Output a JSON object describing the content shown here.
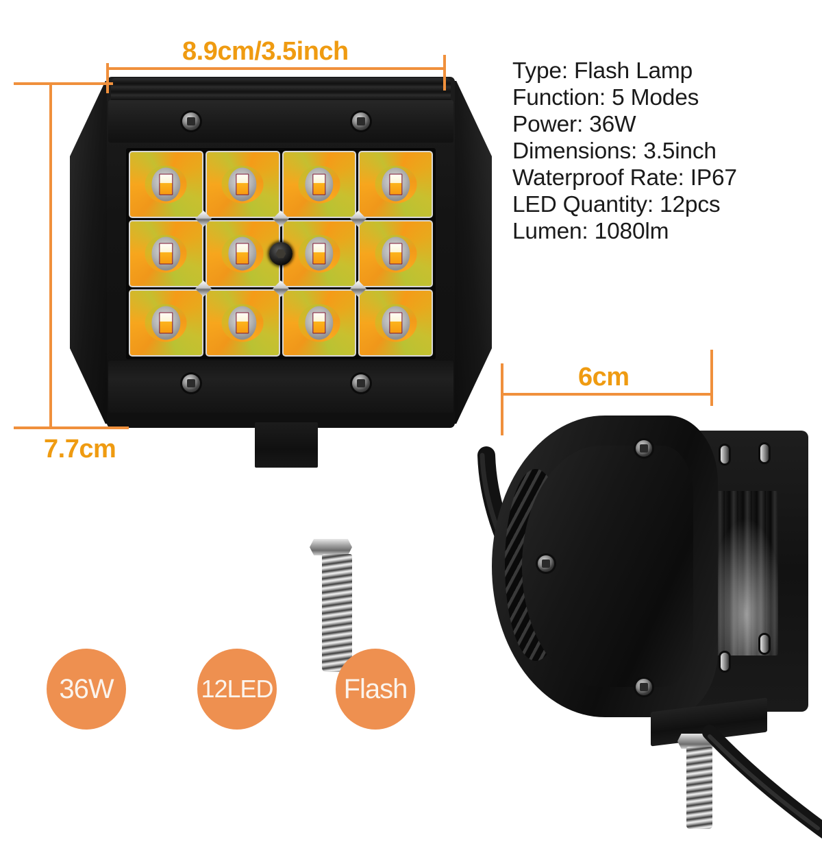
{
  "page": {
    "background_color": "#ffffff",
    "accent_orange": "#F0903C",
    "label_orange": "#EF9B11",
    "badge_orange": "#EE9050",
    "badge_text_color": "#FBF4ED"
  },
  "specs": {
    "lines": [
      "Type: Flash Lamp",
      "Function: 5 Modes",
      "Power: 36W",
      "Dimensions: 3.5inch",
      "Waterproof Rate: IP67",
      "LED Quantity: 12pcs",
      "Lumen: 1080lm"
    ],
    "items": [
      {
        "label": "Type",
        "value": "Flash Lamp"
      },
      {
        "label": "Function",
        "value": "5 Modes"
      },
      {
        "label": "Power",
        "value": "36W"
      },
      {
        "label": "Dimensions",
        "value": "3.5inch"
      },
      {
        "label": "Waterproof Rate",
        "value": "IP67"
      },
      {
        "label": "LED Quantity",
        "value": "12pcs"
      },
      {
        "label": "Lumen",
        "value": "1080lm"
      }
    ]
  },
  "dimensions": {
    "width_label": "8.9cm/3.5inch",
    "height_label": "7.7cm",
    "depth_label": "6cm"
  },
  "badges": [
    {
      "label": "36W"
    },
    {
      "label": "12LED"
    },
    {
      "label": "Flash"
    }
  ],
  "product": {
    "led_count": 12,
    "led_grid": {
      "columns": 4,
      "rows": 3
    },
    "front_view_name": "led-light-bar-front-view",
    "side_view_name": "led-light-bar-side-view"
  }
}
